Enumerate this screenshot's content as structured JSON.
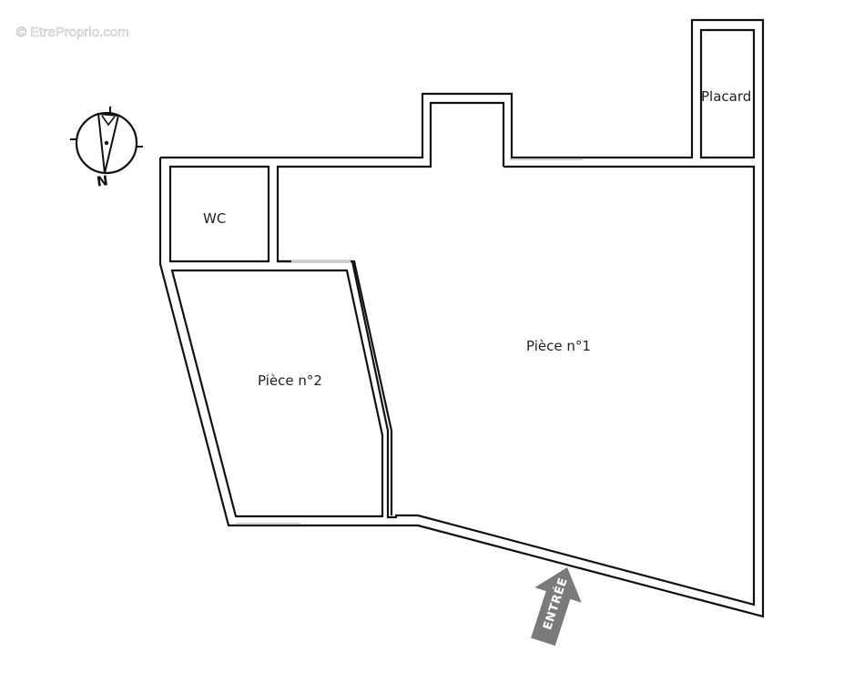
{
  "watermark": "© EtreProprio.com",
  "compass": {
    "north_label": "N"
  },
  "rooms": {
    "wc": "WC",
    "placard": "Placard",
    "piece1": "Pièce n°1",
    "piece2": "Pièce n°2"
  },
  "entrance": {
    "label": "ENTRÉE"
  },
  "colors": {
    "walls": "#111111",
    "arrow": "#7a7a7a",
    "background": "#ffffff"
  }
}
